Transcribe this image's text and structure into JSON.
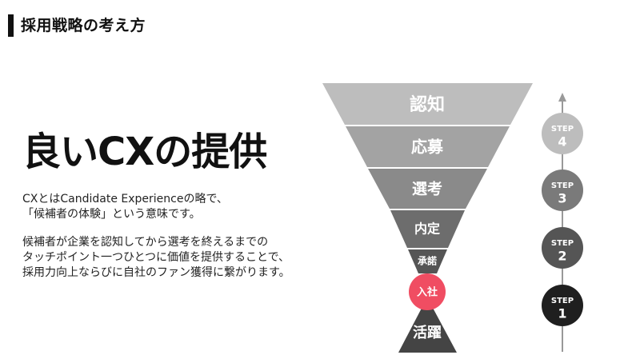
{
  "header": {
    "title": "採用戦略の考え方"
  },
  "main": {
    "title": "良いCXの提供",
    "intro_lines": [
      "CXとはCandidate Experienceの略で、",
      "「候補者の体験」という意味です。"
    ],
    "body_lines": [
      "候補者が企業を認知してから選考を終えるまでの",
      "タッチポイント一つひとつに価値を提供することで、",
      "採用力向上ならびに自社のファン獲得に繋がります。"
    ]
  },
  "funnel": {
    "stages": [
      {
        "label": "認知",
        "color": "#bdbdbd"
      },
      {
        "label": "応募",
        "color": "#a3a3a3"
      },
      {
        "label": "選考",
        "color": "#8a8a8a"
      },
      {
        "label": "内定",
        "color": "#6d6d6d"
      },
      {
        "label": "承諾",
        "color": "#555555"
      },
      {
        "label": "入社",
        "color": "#f04d62"
      },
      {
        "label": "活躍",
        "color": "#444444"
      }
    ]
  },
  "steps": [
    {
      "word": "STEP",
      "num": "4",
      "color": "#bdbdbd"
    },
    {
      "word": "STEP",
      "num": "3",
      "color": "#7a7a7a"
    },
    {
      "word": "STEP",
      "num": "2",
      "color": "#555555"
    },
    {
      "word": "STEP",
      "num": "1",
      "color": "#1f1f1f"
    }
  ]
}
